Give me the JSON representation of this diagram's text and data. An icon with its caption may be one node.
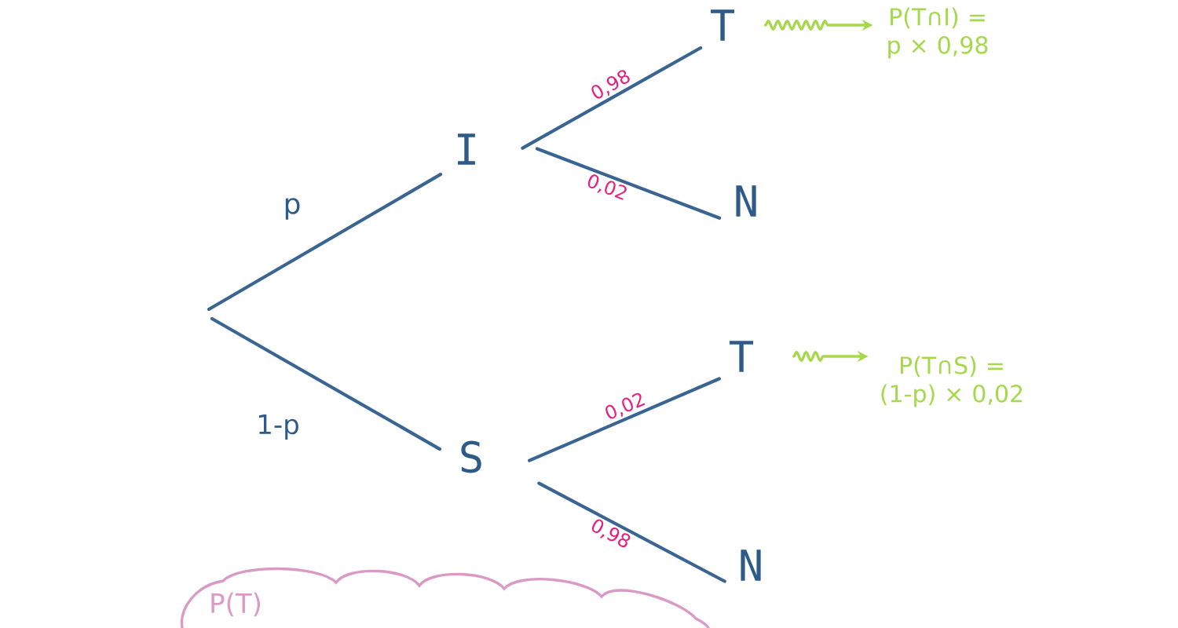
{
  "diagram": {
    "nodes": [
      {
        "text": [
          "I"
        ]
      },
      {
        "text": [
          "S"
        ]
      },
      {
        "text": [
          "T"
        ]
      },
      {
        "text": [
          "N"
        ]
      },
      {
        "text": [
          "T"
        ]
      },
      {
        "text": [
          "N"
        ]
      },
      {
        "text": [
          "P(T∩I) = p × 0,98"
        ]
      },
      {
        "text": [
          "P(T∩S) = (1-p) × 0,02"
        ]
      },
      {
        "text": [
          "P(T)"
        ]
      }
    ],
    "edges": [
      {
        "from": null,
        "to": 0,
        "arrow": "none",
        "label": "p"
      },
      {
        "from": null,
        "to": 1,
        "arrow": "none",
        "label": "1-p"
      },
      {
        "from": 0,
        "to": 2,
        "arrow": "none",
        "label": "0,98"
      },
      {
        "from": 0,
        "to": 3,
        "arrow": "none",
        "label": "0,02"
      },
      {
        "from": 1,
        "to": 4,
        "arrow": "none",
        "label": "0,02"
      },
      {
        "from": 1,
        "to": 5,
        "arrow": "none",
        "label": "0,98"
      },
      {
        "from": 2,
        "to": 6,
        "arrow": "to",
        "color": "#a5d84a"
      },
      {
        "from": 4,
        "to": 7,
        "arrow": "to",
        "color": "#a5d84a"
      }
    ]
  }
}
